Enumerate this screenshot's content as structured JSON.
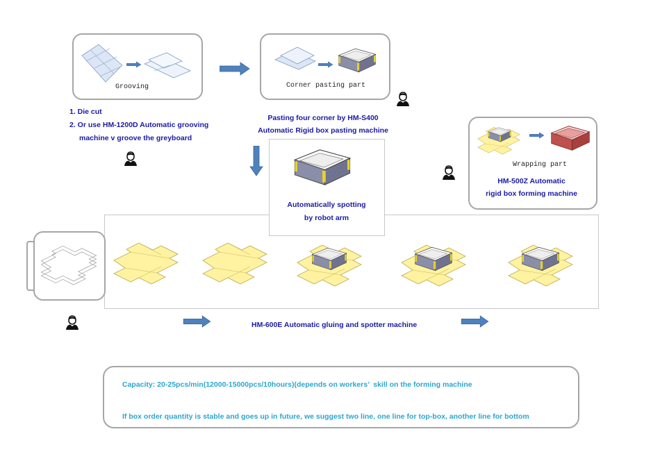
{
  "grooving": {
    "label": "Grooving",
    "steps": [
      "1.  Die cut",
      "2.  Or use HM-1200D Automatic grooving",
      "machine v groove the greyboard"
    ]
  },
  "corner_pasting": {
    "label": "Corner pasting part",
    "caption_line1": "Pasting four corner by HM-S400",
    "caption_line2": "Automatic Rigid box pasting machine"
  },
  "wrapping": {
    "label": "Wrapping part",
    "caption_line1": "HM-500Z Automatic",
    "caption_line2": "rigid box forming machine"
  },
  "spotting": {
    "caption_line1": "Automatically spotting",
    "caption_line2": "by robot arm"
  },
  "gluing": {
    "caption": "HM-600E Automatic gluing and spotter machine"
  },
  "capacity": {
    "line1": "Capacity: 20-25pcs/min(12000-15000pcs/10hours)(depends on workers’  skill on the forming machine",
    "line2": "If box order quantity is stable and goes up in future, we suggest two line, one line for top-box, another line for bottom"
  },
  "colors": {
    "arrow": "#4f81bd",
    "paper_yellow": "#fff2a0",
    "box_grey": "#8a8ea8",
    "box_red": "#c0504d",
    "caption_blue": "#1a1aa6",
    "capacity_cyan": "#2aa6cf",
    "border_grey": "#a6a6a6"
  },
  "icons": [
    "worker-icon",
    "arrow-right-icon",
    "arrow-down-icon",
    "box-icon"
  ]
}
